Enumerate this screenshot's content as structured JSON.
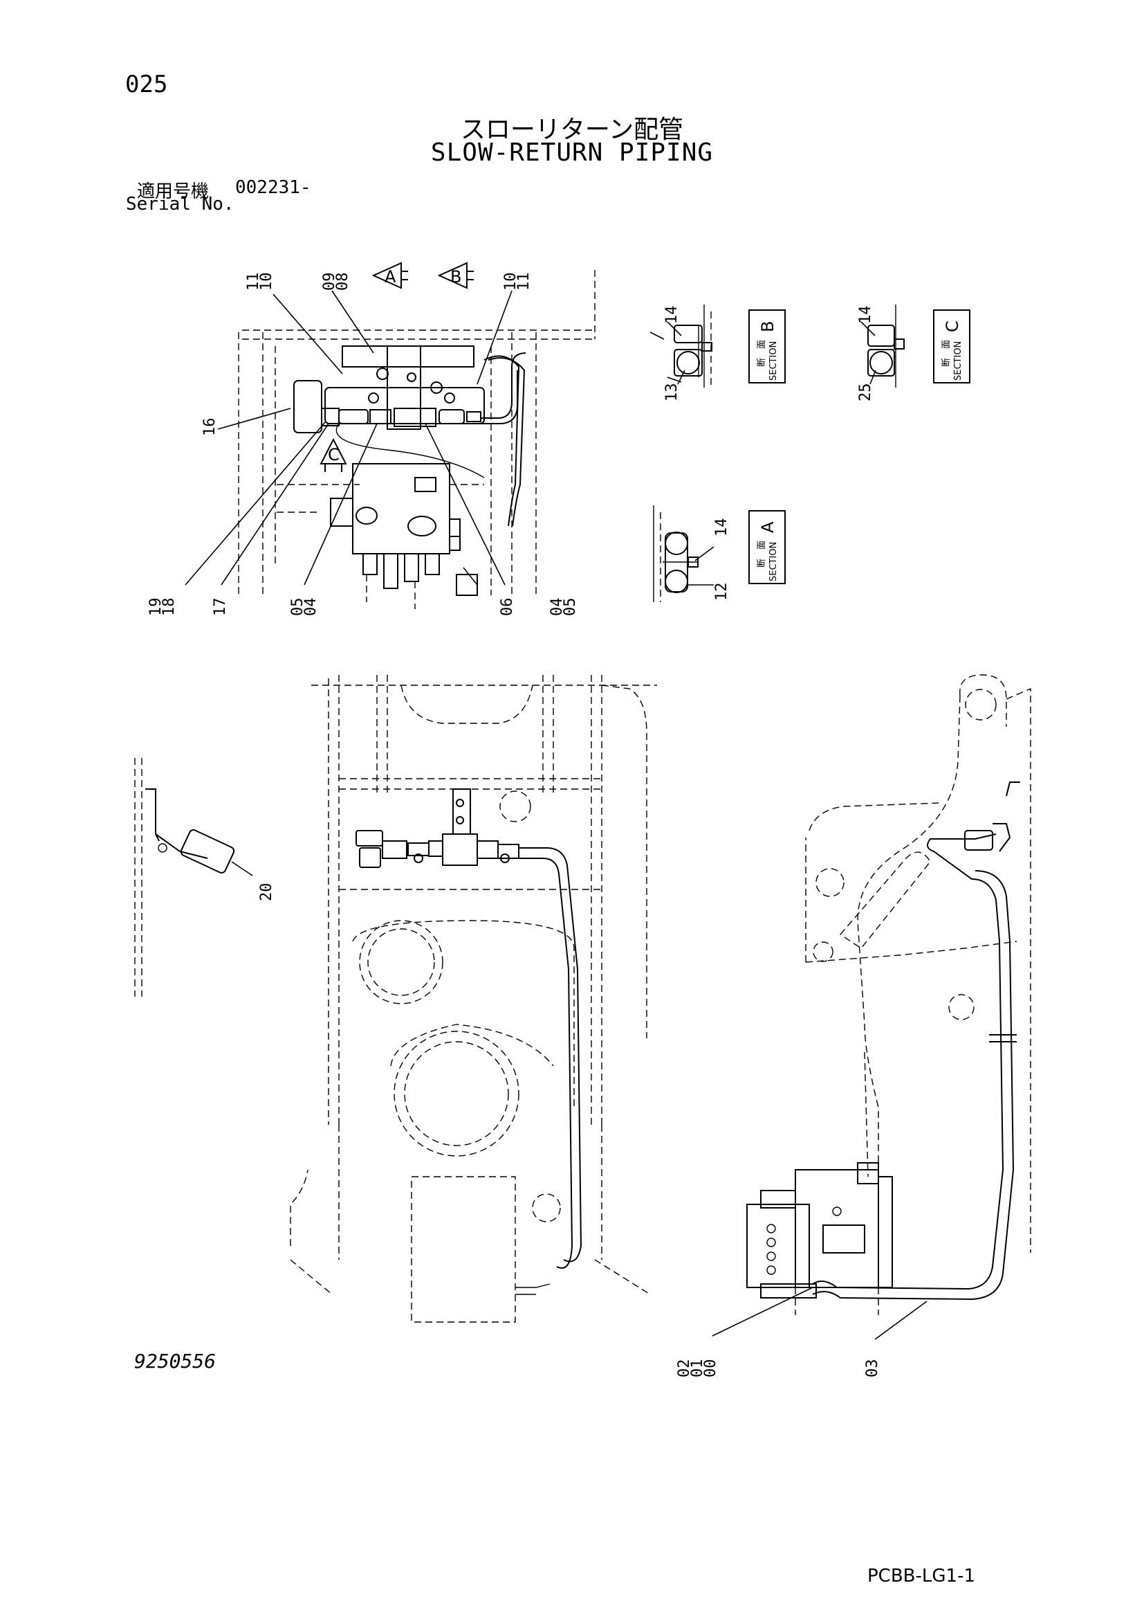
{
  "header": {
    "page_number": "025",
    "title_jp": "スローリターン配管",
    "title_en": "SLOW-RETURN PIPING",
    "serial_label_jp": "適用号機",
    "serial_value": "002231-",
    "serial_label_en": "Serial No."
  },
  "callouts": {
    "view1": [
      "11",
      "10",
      "09",
      "08",
      "10",
      "11",
      "16",
      "19",
      "18",
      "17",
      "05",
      "04",
      "06",
      "04",
      "05"
    ],
    "view_arrows": [
      "A",
      "B",
      "C"
    ],
    "section_b": [
      "14",
      "13"
    ],
    "section_c": [
      "14",
      "25"
    ],
    "section_a": [
      "14",
      "12"
    ],
    "side_detail": [
      "20"
    ],
    "view2": [
      "02",
      "01",
      "00",
      "03"
    ]
  },
  "section_tags": [
    {
      "kanji": "断　面",
      "word": "SECTION",
      "letter": "B"
    },
    {
      "kanji": "断　面",
      "word": "SECTION",
      "letter": "C"
    },
    {
      "kanji": "断　面",
      "word": "SECTION",
      "letter": "A"
    }
  ],
  "footer": {
    "drawing_number": "9250556",
    "sheet_code": "PCBB-LG1-1"
  }
}
